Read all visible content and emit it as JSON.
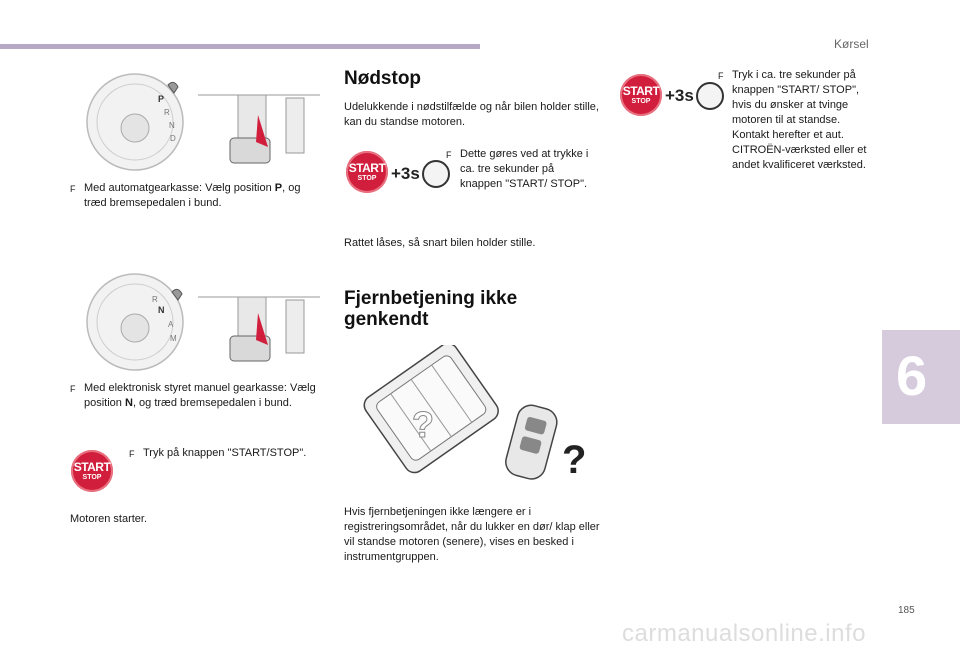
{
  "header": {
    "section": "Kørsel"
  },
  "chapter": "6",
  "page_number": "185",
  "watermark": "carmanualsonline.info",
  "colors": {
    "accent": "#b7a8c6",
    "start_button": "#d01e3c",
    "chapter_tab": "#d5cbdd"
  },
  "left": {
    "auto_pre": "Med automatgearkasse: Vælg position ",
    "auto_bold": "P",
    "auto_post": ", og træd bremsepedalen i bund.",
    "auto_selector_labels": [
      "P",
      "R",
      "N",
      "D"
    ],
    "manual_pre": "Med elektronisk styret manuel gearkasse: Vælg position ",
    "manual_bold": "N",
    "manual_post": ", og træd bremsepedalen i bund.",
    "manual_selector_labels": [
      "R",
      "N",
      "A",
      "M"
    ],
    "press_start": "Tryk på knappen \"START/STOP\".",
    "engine_started": "Motoren starter."
  },
  "buttons": {
    "start_l1": "START",
    "start_l2": "STOP",
    "plus3s": "+3s"
  },
  "middle": {
    "heading_emergency": "Nødstop",
    "emergency_intro": "Udelukkende i nødstilfælde og når bilen holder stille, kan du standse motoren.",
    "emergency_step": "Dette gøres ved at trykke i ca. tre sekunder på knappen \"START/ STOP\".",
    "steering_locked": "Rattet låses, så snart bilen holder stille.",
    "heading_remote": "Fjernbetjening ikke genkendt",
    "remote_text": "Hvis fjernbetjeningen ikke længere er i registreringsområdet, når du lukker en dør/ klap eller vil standse motoren (senere), vises en  besked i instrumentgruppen."
  },
  "right": {
    "force_stop": "Tryk i ca. tre sekunder på knappen \"START/ STOP\", hvis du ønsker at tvinge motoren til at standse. Kontakt herefter et aut. CITROËN-værksted eller et andet kvalificeret værksted."
  },
  "icons": {
    "bullet": "checkbox-bullet-icon",
    "question": "question-mark-icon"
  },
  "question_mark": "?"
}
